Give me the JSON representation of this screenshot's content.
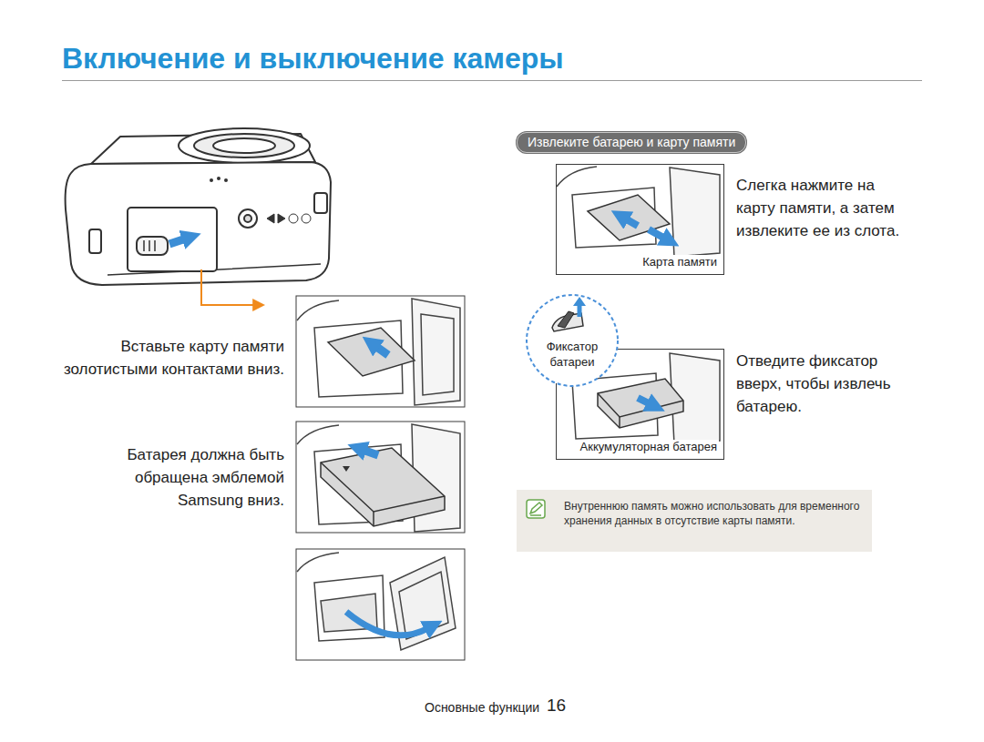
{
  "diagram": {
    "title": "Включение и выключение камеры",
    "nodes": [
      {
        "text": [
          "Извлеките батарею и карту памяти"
        ]
      },
      {
        "text": [
          "Карта памяти"
        ]
      },
      {
        "text": [
          "Фиксатор батареи"
        ]
      },
      {
        "text": [
          "Аккумуляторная батарея"
        ]
      },
      {
        "text": [
          "Внутреннюю память можно использовать для временного хранения данных в отсутствие карты памяти."
        ]
      }
    ],
    "labels": [
      "Вставьте карту памяти золотистыми контактами вниз.",
      "Батарея должна быть обращена эмблемой Samsung вниз.",
      "Слегка нажмите на карту памяти, а затем извлеките ее из слота.",
      "Отведите фиксатор вверх, чтобы извлечь батарею.",
      "Основные функции",
      "16"
    ]
  }
}
